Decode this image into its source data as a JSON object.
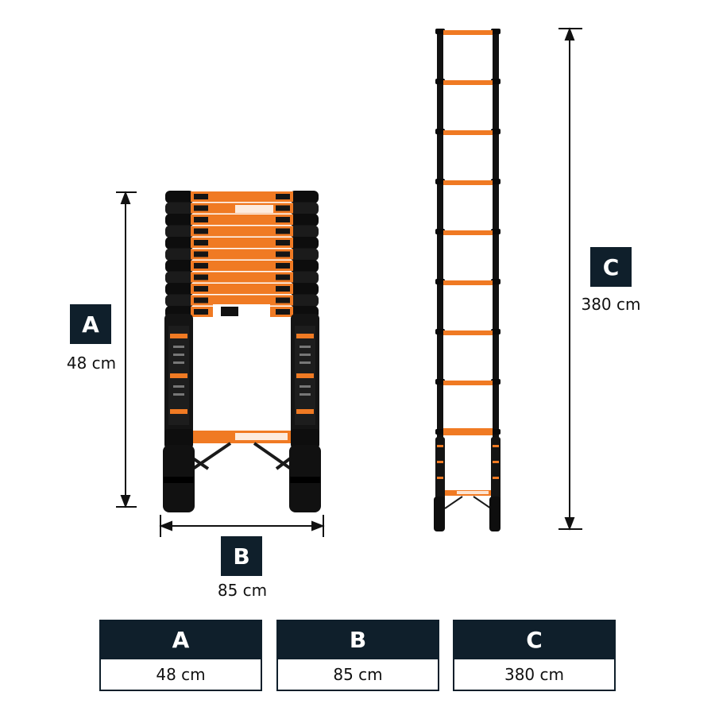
{
  "dimensions": {
    "a": {
      "letter": "A",
      "value": "48 cm"
    },
    "b": {
      "letter": "B",
      "value": "85 cm"
    },
    "c": {
      "letter": "C",
      "value": "380 cm"
    }
  },
  "table": [
    {
      "header": "A",
      "value": "48 cm"
    },
    {
      "header": "B",
      "value": "85 cm"
    },
    {
      "header": "C",
      "value": "380 cm"
    }
  ],
  "colors": {
    "navy": "#0f1f2b",
    "orange": "#f07a23",
    "black": "#111111"
  }
}
